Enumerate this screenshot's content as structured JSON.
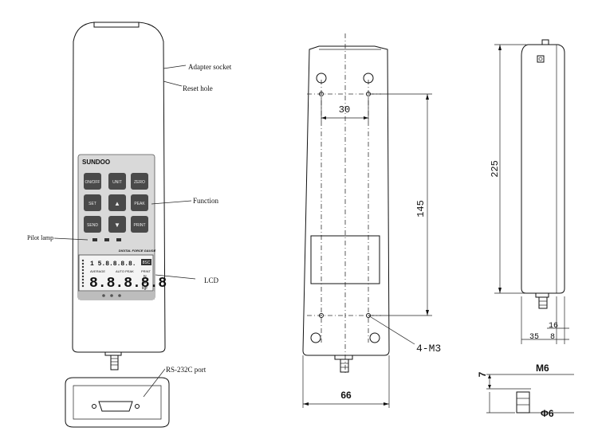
{
  "labels": {
    "adapter_socket": "Adapter socket",
    "reset_hole": "Reset hole",
    "function": "Function",
    "pilot_lamp": "Pilot lamp",
    "lcd": "LCD",
    "rs232c_port": "RS-232C port",
    "brand": "SUNDOO",
    "panel_title": "DIGITAL FORCE GAUGE"
  },
  "keypad": {
    "keys": [
      "ON/OFF",
      "UNIT",
      "ZERO",
      "SET",
      "▲",
      "PEAK",
      "SEND",
      "▼",
      "PRINT"
    ]
  },
  "lcd_screen": {
    "small_digits": "1 5.8.8.8.8.",
    "tag": "8SC",
    "legend": [
      "AVERAGE",
      "AUTO PEAK",
      "PRINT"
    ],
    "big_digits": "8.8.8.8.8",
    "units": [
      "N",
      "lbf",
      "kgf"
    ]
  },
  "dimensions": {
    "width_66": "66",
    "spacing_30": "30",
    "height_145": "145",
    "height_225": "225",
    "thread_label": "4-M3",
    "depth_35": "35",
    "depth_8": "8",
    "depth_16": "16",
    "stud_7": "7",
    "thread_m6": "M6",
    "diameter_6": "Φ6"
  }
}
